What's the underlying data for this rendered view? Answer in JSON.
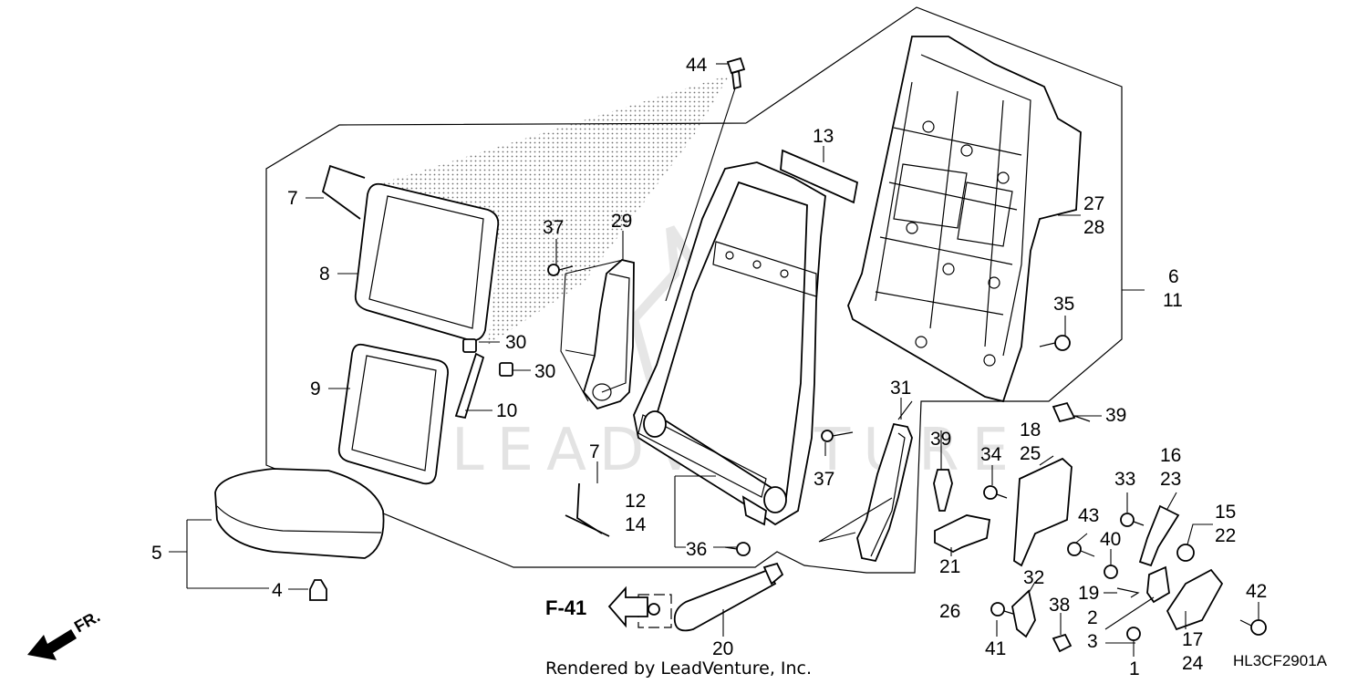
{
  "callouts": [
    {
      "id": "c44",
      "text": "44"
    },
    {
      "id": "c13",
      "text": "13"
    },
    {
      "id": "c27",
      "text": "27"
    },
    {
      "id": "c28",
      "text": "28"
    },
    {
      "id": "c6",
      "text": "6"
    },
    {
      "id": "c11",
      "text": "11"
    },
    {
      "id": "c35",
      "text": "35"
    },
    {
      "id": "c7a",
      "text": "7"
    },
    {
      "id": "c8",
      "text": "8"
    },
    {
      "id": "c37a",
      "text": "37"
    },
    {
      "id": "c29",
      "text": "29"
    },
    {
      "id": "c30a",
      "text": "30"
    },
    {
      "id": "c30b",
      "text": "30"
    },
    {
      "id": "c9",
      "text": "9"
    },
    {
      "id": "c10",
      "text": "10"
    },
    {
      "id": "c31",
      "text": "31"
    },
    {
      "id": "c39a",
      "text": "39"
    },
    {
      "id": "c39b",
      "text": "39"
    },
    {
      "id": "c18",
      "text": "18"
    },
    {
      "id": "c25",
      "text": "25"
    },
    {
      "id": "c7b",
      "text": "7"
    },
    {
      "id": "c37b",
      "text": "37"
    },
    {
      "id": "c34",
      "text": "34"
    },
    {
      "id": "c16",
      "text": "16"
    },
    {
      "id": "c23",
      "text": "23"
    },
    {
      "id": "c33",
      "text": "33"
    },
    {
      "id": "c12",
      "text": "12"
    },
    {
      "id": "c14",
      "text": "14"
    },
    {
      "id": "c15",
      "text": "15"
    },
    {
      "id": "c22",
      "text": "22"
    },
    {
      "id": "c43",
      "text": "43"
    },
    {
      "id": "c40",
      "text": "40"
    },
    {
      "id": "c5",
      "text": "5"
    },
    {
      "id": "c36",
      "text": "36"
    },
    {
      "id": "c21",
      "text": "21"
    },
    {
      "id": "c26",
      "text": "26"
    },
    {
      "id": "c32",
      "text": "32"
    },
    {
      "id": "c19",
      "text": "19"
    },
    {
      "id": "c42",
      "text": "42"
    },
    {
      "id": "c4",
      "text": "4"
    },
    {
      "id": "c38",
      "text": "38"
    },
    {
      "id": "c2",
      "text": "2"
    },
    {
      "id": "c3",
      "text": "3"
    },
    {
      "id": "c17",
      "text": "17"
    },
    {
      "id": "c24",
      "text": "24"
    },
    {
      "id": "c20",
      "text": "20"
    },
    {
      "id": "c41",
      "text": "41"
    },
    {
      "id": "c1",
      "text": "1"
    }
  ],
  "reference": {
    "label": "F-41"
  },
  "direction": {
    "label": "FR."
  },
  "footer": {
    "rendered_by": "Rendered by LeadVenture, Inc.",
    "diagram_code": "HL3CF2901A"
  },
  "watermark": {
    "text": "LEADVENTURE"
  },
  "colors": {
    "ink": "#000000",
    "background": "#ffffff",
    "watermark": "#e3e3e3"
  }
}
